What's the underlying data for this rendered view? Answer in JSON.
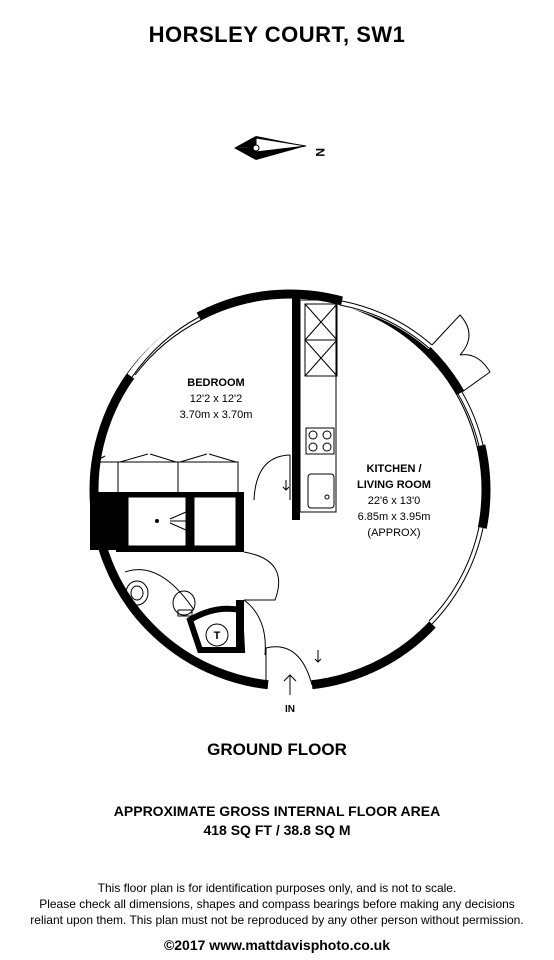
{
  "title": "HORSLEY COURT, SW1",
  "compass_label": "N",
  "rooms": {
    "bedroom": {
      "name": "BEDROOM",
      "dim_imperial": "12'2 x 12'2",
      "dim_metric": "3.70m x 3.70m"
    },
    "kitchen": {
      "name_line1": "KITCHEN /",
      "name_line2": "LIVING ROOM",
      "dim_imperial": "22'6 x 13'0",
      "dim_metric": "6.85m x 3.95m",
      "note": "(APPROX)"
    },
    "wc_label": "T"
  },
  "entrance_label": "IN",
  "floor_name": "GROUND FLOOR",
  "area": {
    "title": "APPROXIMATE GROSS INTERNAL FLOOR AREA",
    "value": "418 SQ FT / 38.8 SQ M"
  },
  "disclaimer": {
    "line1": "This floor plan is for identification purposes only, and is not to scale.",
    "line2": "Please check all dimensions, shapes and compass bearings before making any decisions",
    "line3": "reliant upon them. This plan must not be reproduced by any other person without permission."
  },
  "copyright": "©2017 www.mattdavisphoto.co.uk",
  "colors": {
    "wall": "#000000",
    "background": "#ffffff"
  }
}
